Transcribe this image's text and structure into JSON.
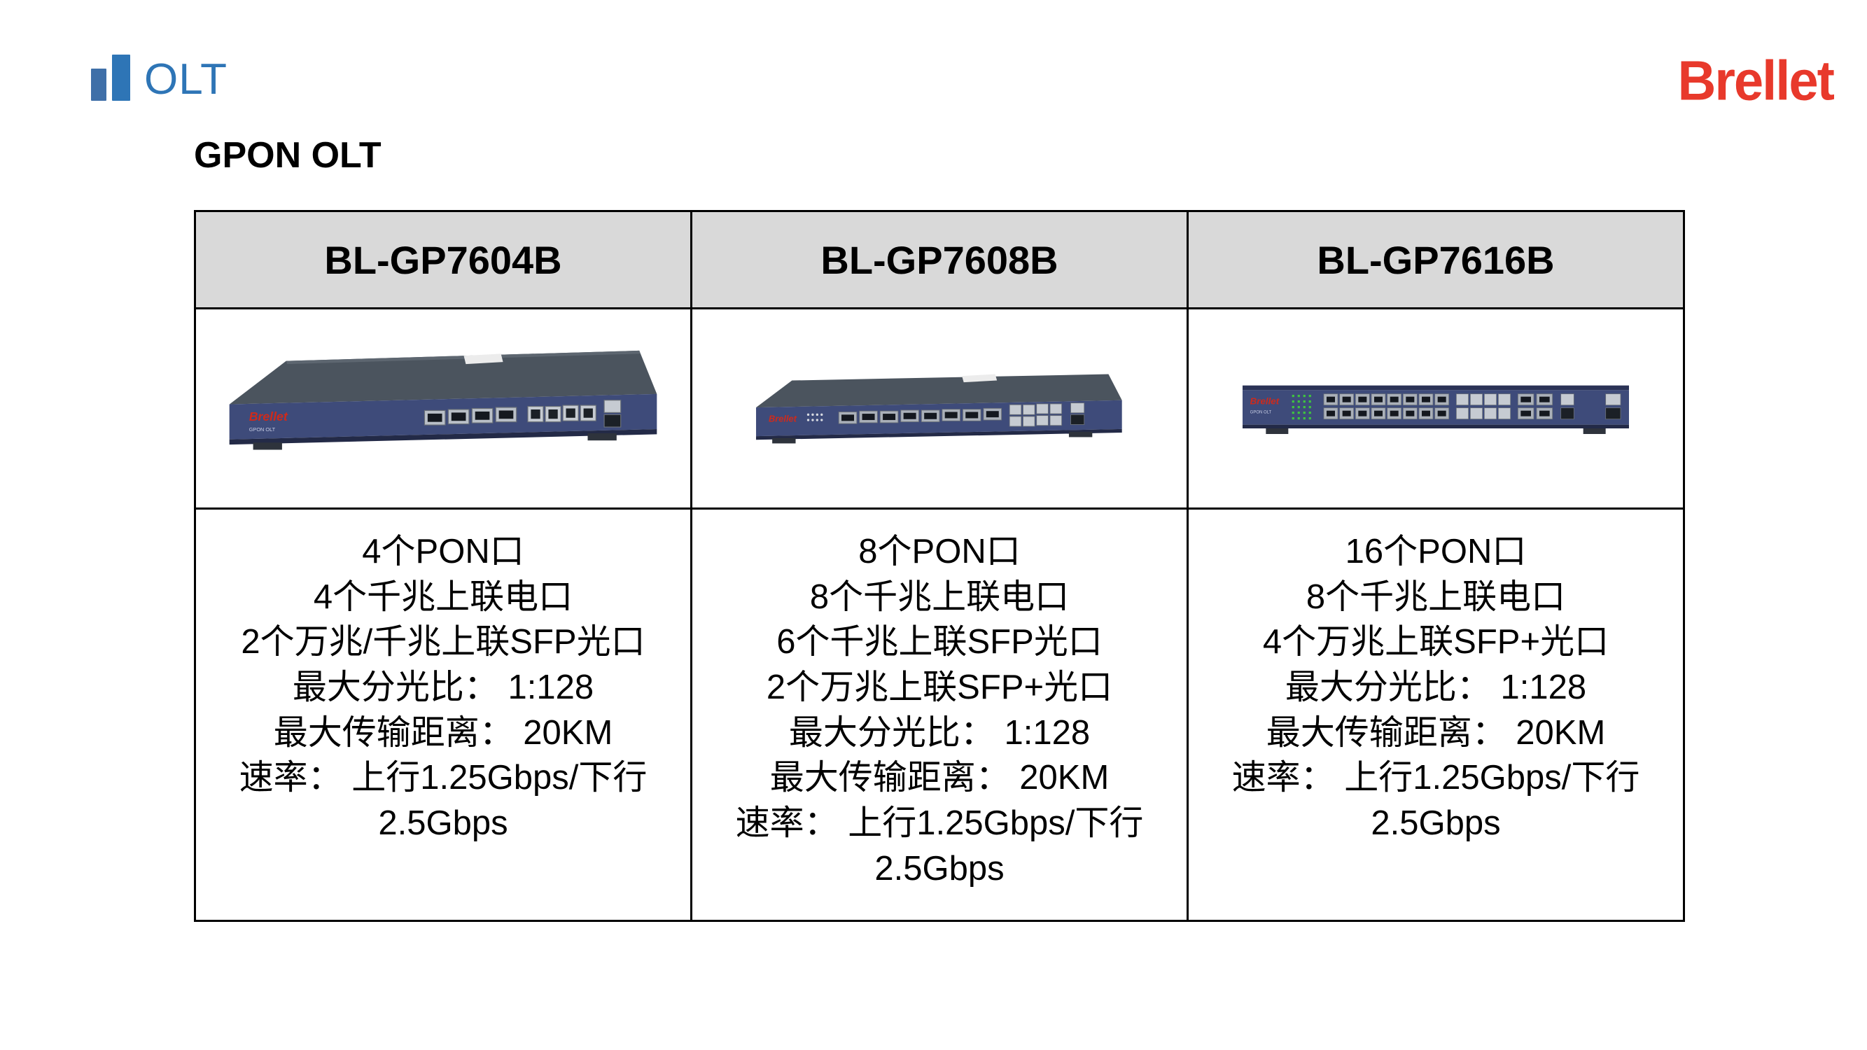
{
  "page": {
    "section_title": "OLT",
    "subtitle": "GPON OLT",
    "brand_logo": "Brellet",
    "colors": {
      "accent_blue": "#2E75B6",
      "brand_red": "#E8392B",
      "table_header_gray": "#D9D9D9",
      "device_navy": "#3E4B7A"
    }
  },
  "table": {
    "columns": [
      {
        "model": "BL-GP7604B",
        "image": "olt-device-4-pon-front-angle",
        "specs": [
          "4个PON口",
          "4个千兆上联电口",
          "2个万兆/千兆上联SFP光口",
          "最大分光比： 1:128",
          "最大传输距离： 20KM",
          "速率： 上行1.25Gbps/下行2.5Gbps"
        ]
      },
      {
        "model": "BL-GP7608B",
        "image": "olt-device-8-pon-front-angle",
        "specs": [
          "8个PON口",
          "8个千兆上联电口",
          "6个千兆上联SFP光口",
          "2个万兆上联SFP+光口",
          "最大分光比： 1:128",
          "最大传输距离： 20KM",
          "速率： 上行1.25Gbps/下行2.5Gbps"
        ]
      },
      {
        "model": "BL-GP7616B",
        "image": "olt-device-16-pon-front",
        "specs": [
          "16个PON口",
          "8个千兆上联电口",
          "4个万兆上联SFP+光口",
          "最大分光比： 1:128",
          "最大传输距离： 20KM",
          "速率： 上行1.25Gbps/下行2.5Gbps"
        ]
      }
    ]
  }
}
